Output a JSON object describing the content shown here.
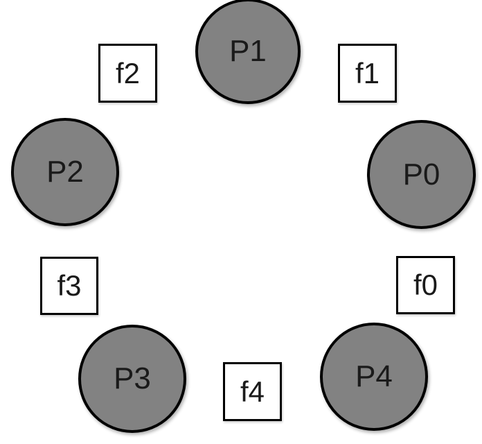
{
  "diagram": {
    "type": "dining-philosophers-ring",
    "philosophers": [
      {
        "id": "P0",
        "label": "P0",
        "position": "right"
      },
      {
        "id": "P1",
        "label": "P1",
        "position": "top"
      },
      {
        "id": "P2",
        "label": "P2",
        "position": "left"
      },
      {
        "id": "P3",
        "label": "P3",
        "position": "bottom-left"
      },
      {
        "id": "P4",
        "label": "P4",
        "position": "bottom-right"
      }
    ],
    "forks": [
      {
        "id": "f0",
        "label": "f0",
        "position": "lower-right"
      },
      {
        "id": "f1",
        "label": "f1",
        "position": "upper-right"
      },
      {
        "id": "f2",
        "label": "f2",
        "position": "upper-left"
      },
      {
        "id": "f3",
        "label": "f3",
        "position": "lower-left"
      },
      {
        "id": "f4",
        "label": "f4",
        "position": "bottom-center"
      }
    ],
    "colors": {
      "philosopher_fill": "#828282",
      "fork_fill": "#ffffff",
      "outline": "#000000",
      "background": "#ffffff"
    }
  }
}
